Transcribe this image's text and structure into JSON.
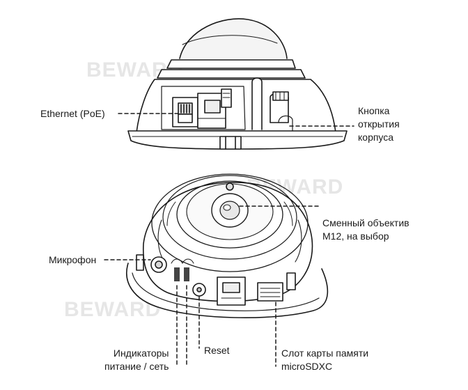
{
  "watermark": "BEWARD",
  "labels": {
    "ethernet": "Ethernet (PoE)",
    "open_button": [
      "Кнопка",
      "открытия",
      "корпуса"
    ],
    "lens": [
      "Сменный объектив",
      "M12, на выбор"
    ],
    "microphone": "Микрофон",
    "indicators": [
      "Индикаторы",
      "питание / сеть"
    ],
    "reset": "Reset",
    "sd_slot": [
      "Слот карты памяти",
      "microSDXC"
    ]
  }
}
